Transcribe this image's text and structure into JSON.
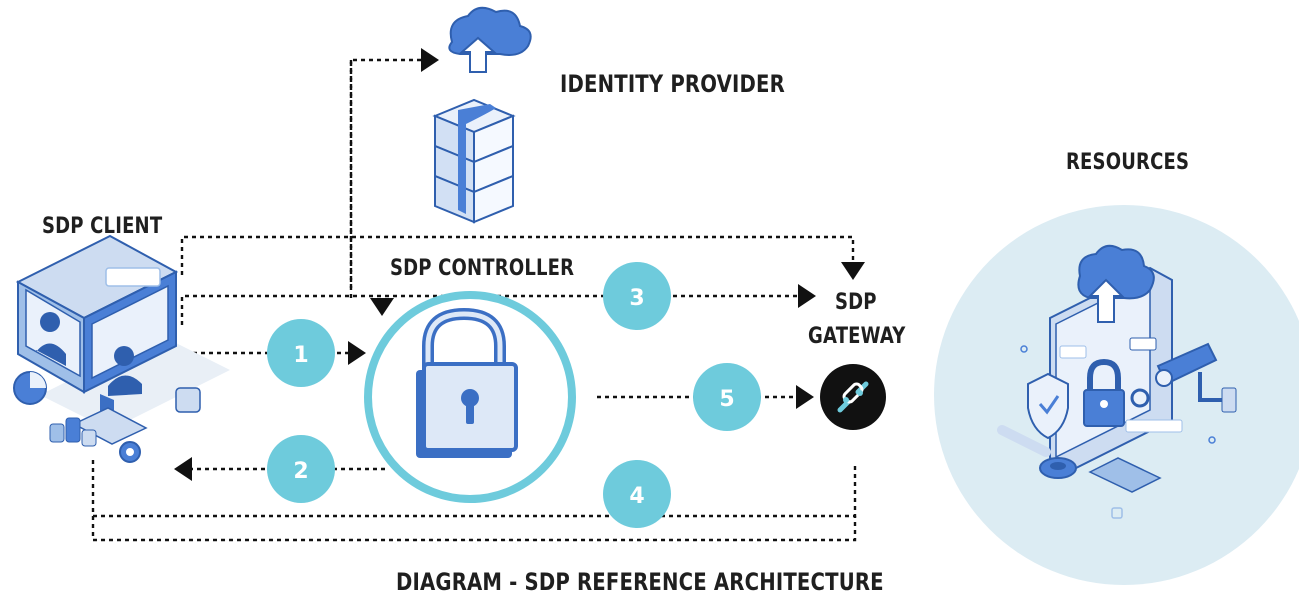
{
  "labels": {
    "identity_provider": "IDENTITY PROVIDER",
    "resources": "RESOURCES",
    "sdp_client": "SDP CLIENT",
    "sdp_controller": "SDP CONTROLLER",
    "sdp_gateway_line1": "SDP",
    "sdp_gateway_line2": "GATEWAY",
    "diagram_caption": "DIAGRAM - SDP REFERENCE ARCHITECTURE"
  },
  "steps": [
    "1",
    "2",
    "3",
    "4",
    "5"
  ],
  "colors": {
    "step_teal": "#6ecbdc",
    "controller_ring": "#6ecbdc",
    "lock_blue": "#3b6fc4",
    "lock_light": "#dde8f7",
    "resource_bg": "#dcecf3",
    "connector": "#111111",
    "text": "#1f1f1f"
  },
  "icons": {
    "identity_provider": "cloud-upload-server-icon",
    "controller": "padlock-icon",
    "gateway": "link-icon",
    "client": "desktop-video-call-icon",
    "resources": "monitor-lock-camera-icon"
  }
}
